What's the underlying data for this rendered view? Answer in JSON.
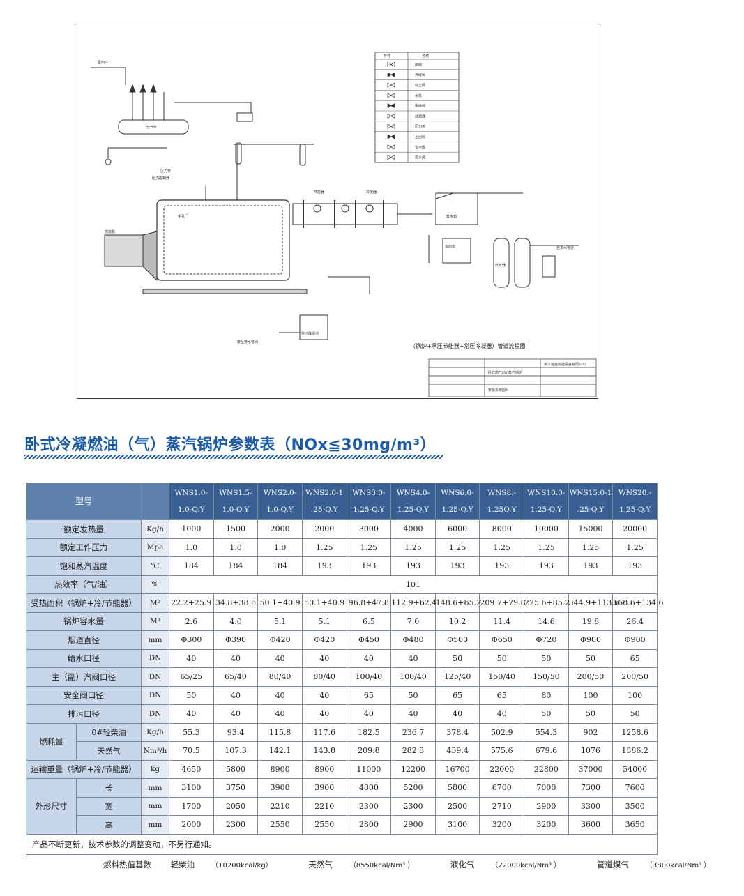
{
  "diagram": {
    "caption": "（锅炉+承压节能器+常压冷凝器）管道流程图",
    "company": "镇江能盛热能设备有限公司",
    "drawing_name": "卧式燃气(油)蒸汽锅炉",
    "sheet_label": "安装系统图5",
    "labels": {
      "user": "至用户",
      "header": "分汽缸",
      "controller": "压力控制器",
      "burner": "燃烧机",
      "manhole": "手孔门",
      "gauge": "压力表",
      "water_tank": "软水箱",
      "economizer": "节能器",
      "condenser": "冷凝器",
      "softener": "软水器",
      "dosing": "加药箱",
      "tap_water": "自来水管道",
      "drain": "排污降温池",
      "sewer": "接至排水管网"
    },
    "legend": {
      "header_symbol": "符号",
      "header_name": "名称",
      "items": [
        "闸阀",
        "浮球阀",
        "截止阀",
        "水泵",
        "电磁阀",
        "过滤器",
        "压力表",
        "止回阀",
        "安全阀",
        "疏水阀"
      ]
    }
  },
  "title": "卧式冷凝燃油（气）蒸汽锅炉参数表（NOx≦30mg/m³）",
  "table": {
    "model_label": "型号",
    "models": [
      [
        "WNS1.0-",
        "1.0-Q.Y"
      ],
      [
        "WNS1.5-",
        "1.0-Q.Y"
      ],
      [
        "WNS2.0-",
        "1.0-Q.Y"
      ],
      [
        "WNS2.0-1",
        ".25-Q.Y"
      ],
      [
        "WNS3.0-",
        "1.25-Q.Y"
      ],
      [
        "WNS4.0-",
        "1.25-Q.Y"
      ],
      [
        "WNS6.0-",
        "1.25-Q.Y"
      ],
      [
        "WNS8.-",
        "1.25Q.Y"
      ],
      [
        "WNS10.0-",
        "1.25-Q.Y"
      ],
      [
        "WNS15.0-1",
        ".25-Q.Y"
      ],
      [
        "WNS20.-",
        "1.25-Q.Y"
      ]
    ],
    "rows": [
      {
        "name": "额定发热量",
        "unit": "Kg/h",
        "values": [
          "1000",
          "1500",
          "2000",
          "2000",
          "3000",
          "4000",
          "6000",
          "8000",
          "10000",
          "15000",
          "20000"
        ]
      },
      {
        "name": "额定工作压力",
        "unit": "Mpa",
        "values": [
          "1.0",
          "1.0",
          "1.0",
          "1.25",
          "1.25",
          "1.25",
          "1.25",
          "1.25",
          "1.25",
          "1.25",
          "1.25"
        ]
      },
      {
        "name": "饱和蒸汽温度",
        "unit": "℃",
        "values": [
          "184",
          "184",
          "184",
          "193",
          "193",
          "193",
          "193",
          "193",
          "193",
          "193",
          "193"
        ]
      },
      {
        "name": "热效率（气/油）",
        "unit": "%",
        "merged": "101"
      },
      {
        "name": "受热面积（锅炉+冷/节能器）",
        "unit": "M²",
        "values": [
          "22.2+25.9",
          "34.8+38.6",
          "50.1+40.9",
          "50.1+40.9",
          "96.8+47.8",
          "112.9+62.4",
          "148.6+65.2",
          "209.7+79.8",
          "225.6+85.2",
          "344.9+113.6",
          "568.6+134.6"
        ]
      },
      {
        "name": "锅炉容水量",
        "unit": "M³",
        "values": [
          "2.6",
          "4.0",
          "5.1",
          "5.1",
          "6.5",
          "7.0",
          "10.2",
          "11.4",
          "14.6",
          "19.8",
          "26.4"
        ]
      },
      {
        "name": "烟道直径",
        "unit": "mm",
        "values": [
          "Φ300",
          "Φ390",
          "Φ420",
          "Φ420",
          "Φ450",
          "Φ480",
          "Φ500",
          "Φ650",
          "Φ720",
          "Φ900",
          "Φ900"
        ]
      },
      {
        "name": "给水口径",
        "unit": "DN",
        "values": [
          "40",
          "40",
          "40",
          "40",
          "40",
          "40",
          "50",
          "50",
          "50",
          "50",
          "65"
        ]
      },
      {
        "name": "主（副）汽阀口径",
        "unit": "DN",
        "values": [
          "65/25",
          "65/40",
          "80/40",
          "80/40",
          "100/40",
          "100/40",
          "125/40",
          "150/40",
          "150/50",
          "200/50",
          "200/50"
        ]
      },
      {
        "name": "安全阀口径",
        "unit": "DN",
        "values": [
          "50",
          "40",
          "40",
          "40",
          "65",
          "50",
          "65",
          "65",
          "80",
          "100",
          "100"
        ]
      }
    ],
    "blowdown": {
      "name": "排污口径",
      "unit": "DN",
      "values": [
        "40",
        "40",
        "40",
        "40",
        "40",
        "40",
        "40",
        "40",
        "50",
        "50",
        "50"
      ]
    },
    "fuel": {
      "group": "燃耗量",
      "items": [
        {
          "name": "0#轻柴油",
          "unit": "Kg/h",
          "values": [
            "55.3",
            "93.4",
            "115.8",
            "117.6",
            "182.5",
            "236.7",
            "378.4",
            "502.9",
            "554.3",
            "902",
            "1258.6"
          ]
        },
        {
          "name": "天然气",
          "unit": "Nm³/h",
          "values": [
            "70.5",
            "107.3",
            "142.1",
            "143.8",
            "209.8",
            "282.3",
            "439.4",
            "575.6",
            "679.6",
            "1076",
            "1386.2"
          ]
        }
      ]
    },
    "weight": {
      "name": "运输重量（锅炉+冷/节能器）",
      "unit": "kg",
      "values": [
        "4650",
        "5800",
        "8900",
        "8900",
        "11000",
        "12200",
        "16700",
        "22000",
        "22800",
        "37000",
        "54000"
      ]
    },
    "dimensions": {
      "group": "外形尺寸",
      "items": [
        {
          "name": "长",
          "unit": "mm",
          "values": [
            "3100",
            "3750",
            "3900",
            "3900",
            "4800",
            "5200",
            "5800",
            "6700",
            "7000",
            "7300",
            "7600"
          ]
        },
        {
          "name": "宽",
          "unit": "mm",
          "values": [
            "1700",
            "2050",
            "2210",
            "2210",
            "2300",
            "2300",
            "2500",
            "2710",
            "2900",
            "3300",
            "3500"
          ]
        },
        {
          "name": "高",
          "unit": "mm",
          "values": [
            "2000",
            "2300",
            "2550",
            "2550",
            "2800",
            "2900",
            "3100",
            "3200",
            "3200",
            "3600",
            "3650"
          ]
        }
      ]
    },
    "note": "产品不断更新，技术参数的调整变动，不另行通知。"
  },
  "fuel_basis": {
    "label": "燃料热值基数",
    "items": [
      {
        "name": "轻柴油",
        "value": "（10200kcal/kg）"
      },
      {
        "name": "天然气",
        "value": "（8550kcal/Nm³ ）"
      },
      {
        "name": "液化气",
        "value": "（22000kcal/Nm³ ）"
      },
      {
        "name": "管道煤气",
        "value": "（3800kcal/Nm³ ）"
      }
    ]
  },
  "colors": {
    "title_blue": "#1b5aa6",
    "header_blue": "#3a5f93",
    "label_blue": "#c8d6ea"
  }
}
